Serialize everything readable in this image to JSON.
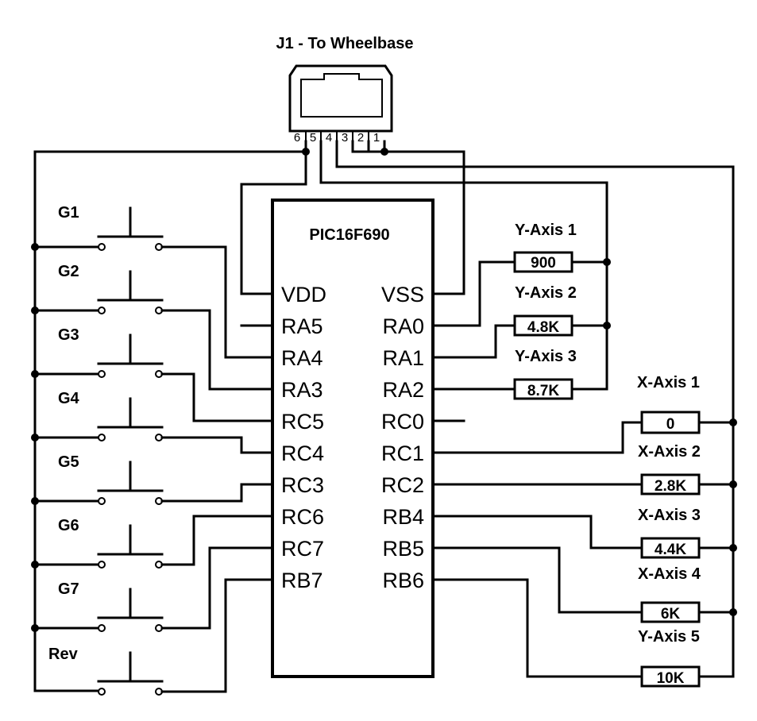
{
  "connector": {
    "title": "J1 - To Wheelbase",
    "pins": [
      "6",
      "5",
      "4",
      "3",
      "2",
      "1"
    ]
  },
  "chip": {
    "name": "PIC16F690",
    "left_pins": [
      "VDD",
      "RA5",
      "RA4",
      "RA3",
      "RC5",
      "RC4",
      "RC3",
      "RC6",
      "RC7",
      "RB7"
    ],
    "right_pins": [
      "VSS",
      "RA0",
      "RA1",
      "RA2",
      "RC0",
      "RC1",
      "RC2",
      "RB4",
      "RB5",
      "RB6"
    ]
  },
  "switches": [
    "G1",
    "G2",
    "G3",
    "G4",
    "G5",
    "G6",
    "G7",
    "Rev"
  ],
  "y_axis": {
    "labels": [
      "Y-Axis 1",
      "Y-Axis 2",
      "Y-Axis 3"
    ],
    "resistors": [
      "900",
      "4.8K",
      "8.7K"
    ]
  },
  "x_axis": {
    "labels": [
      "X-Axis 1",
      "X-Axis 2",
      "X-Axis 3",
      "X-Axis 4",
      "Y-Axis 5"
    ],
    "resistors": [
      "0",
      "2.8K",
      "4.4K",
      "6K",
      "10K"
    ]
  }
}
